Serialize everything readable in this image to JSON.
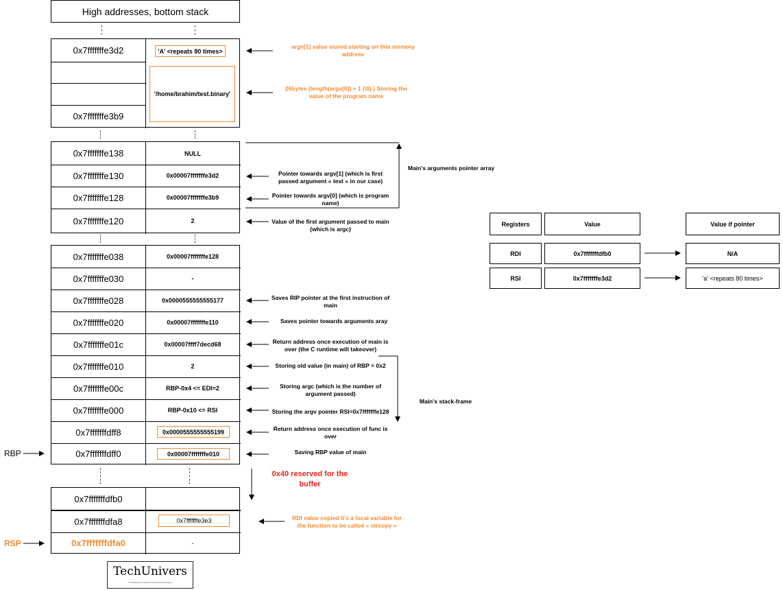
{
  "header": {
    "title": "High addresses, bottom stack"
  },
  "block1": {
    "rows": [
      {
        "addr": "0x7fffffffe3d2",
        "value": "'A' <repeats 80 times>"
      },
      {
        "addr": "",
        "value": ""
      },
      {
        "addr": "",
        "value": "'/home/brahim/test.binary'"
      },
      {
        "addr": "0x7fffffffe3b9",
        "value": ""
      }
    ],
    "ann_argv1": "argv[1] value stored starting on this memory address",
    "ann_progname": "26bytes (length(argv[0]) + 1 (\\0) ) Storing the value of the program name"
  },
  "block2": {
    "rows": [
      {
        "addr": "0x7fffffffe138",
        "value": "NULL"
      },
      {
        "addr": "0x7fffffffe130",
        "value": "0x00007fffffffe3d2"
      },
      {
        "addr": "0x7fffffffe128",
        "value": "0x00007fffffffe3b9"
      },
      {
        "addr": "0x7fffffffe120",
        "value": "2"
      }
    ],
    "ann": [
      "",
      "Pointer towards argv[1] (which is first passed argument « test » in our case)",
      "Pointer towards argv[0] (which is program name)",
      "Value of the first argument passed to main (which is argc)"
    ],
    "bracket_label": "Main's arguments pointer array"
  },
  "block3": {
    "rows": [
      {
        "addr": "0x7fffffffe038",
        "value": "0x00007fffffffe128"
      },
      {
        "addr": "0x7fffffffe030",
        "value": "-"
      },
      {
        "addr": "0x7fffffffe028",
        "value": "0x0000555555555177"
      },
      {
        "addr": "0x7fffffffe020",
        "value": "0x00007fffffffe110"
      },
      {
        "addr": "0x7fffffffe01c",
        "value": "0x00007ffff7decd68"
      },
      {
        "addr": "0x7fffffffe010",
        "value": "2"
      },
      {
        "addr": "0x7fffffffe00c",
        "value": "RBP-0x4 <= EDI=2"
      },
      {
        "addr": "0x7fffffffe000",
        "value": "RBP-0x10 <= RSI"
      },
      {
        "addr": "0x7fffffffdff8",
        "value": "0x0000555555555199"
      },
      {
        "addr": "0x7fffffffdff0",
        "value": "0x00007fffffffe010"
      }
    ],
    "ann": [
      "",
      "",
      "Saves RIP pointer at the first instruction of main",
      "Saves pointer towards arguments aray",
      "Return address once execution of main is over (the C runtime will takeover)",
      "Storing old value (in main) of RBP = 0x2",
      "Storing argc (which is the number of argument passed)",
      "Storing the argv pointer RSI=0x7fffffffe128",
      "Return address once execution of func is over",
      "Saving RBP value of main"
    ],
    "bracket_label": "Main's stack-frame"
  },
  "rbp_label": "RBP",
  "reserved": "0x40 reserved for the buffer",
  "block4": {
    "rows": [
      {
        "addr": "0x7fffffffdfb0",
        "value": ""
      },
      {
        "addr": "0x7fffffffdfa8",
        "value": "0x7fffffffe3e3"
      },
      {
        "addr": "0x7fffffffdfa0",
        "value": "-"
      }
    ],
    "ann_rdi": "RDI value copied it's a local variable for the function to be called « strcopy »"
  },
  "rsp_label": "RSP",
  "logo": {
    "text": "TechUnivers",
    "tagline": "IT solutions for a Secure and Connected Future"
  },
  "registers": {
    "headers": [
      "Registers",
      "Value",
      "Value if pointer"
    ],
    "rows": [
      {
        "reg": "RDI",
        "value": "0x7fffffffdfb0",
        "pointer": "N/A"
      },
      {
        "reg": "RSI",
        "value": "0x7fffffffe3d2",
        "pointer": "'a' <repeats 80 times>"
      }
    ]
  },
  "colors": {
    "accent": "#f28a2e",
    "red": "#e8231b"
  }
}
